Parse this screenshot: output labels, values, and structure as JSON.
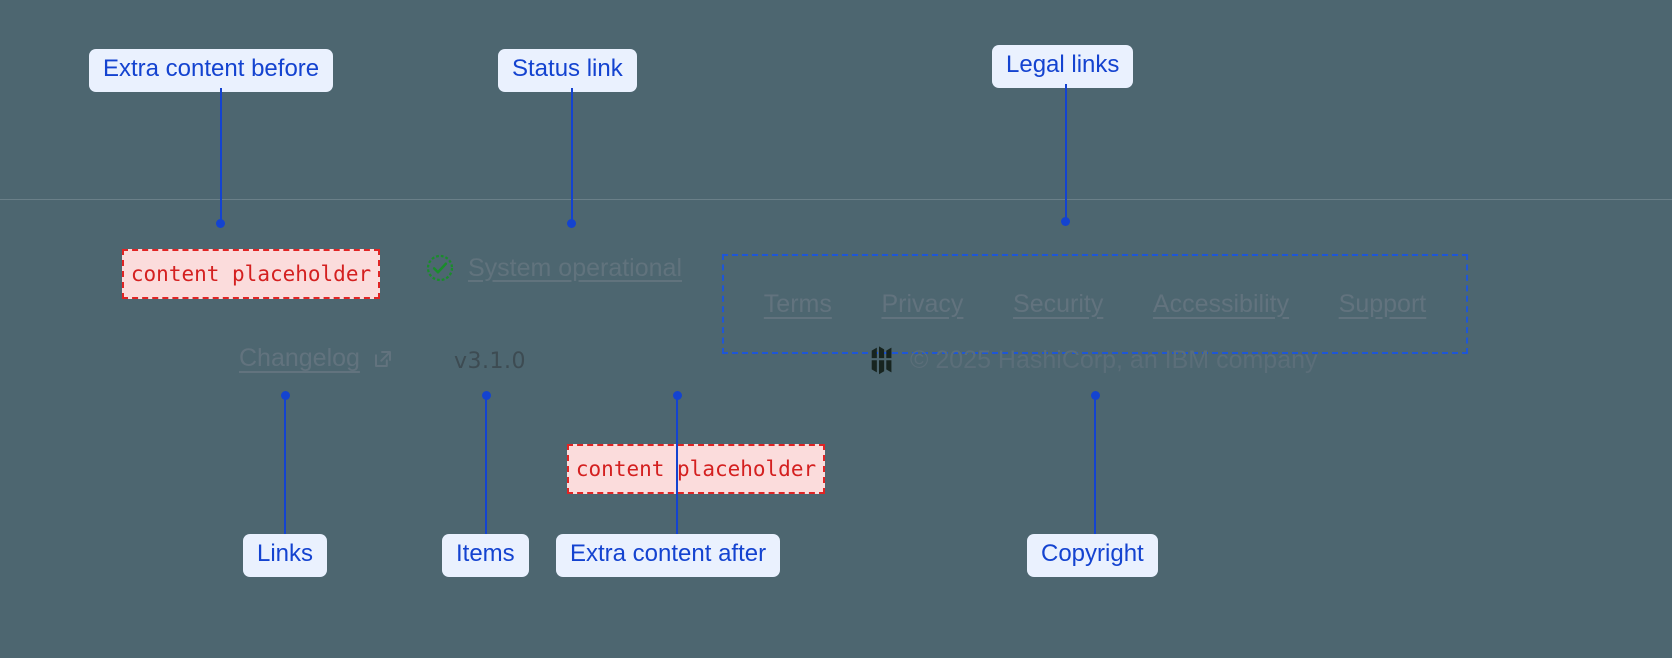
{
  "theme": {
    "background": "#4d6670",
    "annotation_accent": "#1443d0",
    "annotation_chip_bg": "#eaf1fe",
    "placeholder_text": "#d42020",
    "placeholder_bg": "#fbdcdc",
    "placeholder_border": "#e02424",
    "link_color": "#62737e",
    "status_ok_color": "#1a8c2c"
  },
  "footer": {
    "row_one": {
      "extra_content_before": {
        "text": "content placeholder"
      },
      "status": {
        "icon": "check-circle-icon",
        "label": "System operational"
      },
      "legal_links": [
        {
          "label": "Terms"
        },
        {
          "label": "Privacy"
        },
        {
          "label": "Security"
        },
        {
          "label": "Accessibility"
        },
        {
          "label": "Support"
        }
      ]
    },
    "row_two": {
      "changelog": {
        "label": "Changelog",
        "icon": "external-link-icon"
      },
      "version": "v3.1.0",
      "extra_content_after": {
        "text": "content placeholder"
      },
      "copyright": {
        "logo": "hashicorp-logo",
        "text": "© 2025 HashiCorp, an IBM company"
      }
    }
  },
  "annotations": [
    {
      "id": "extra-content-before",
      "label": "Extra content before"
    },
    {
      "id": "status-link",
      "label": "Status link"
    },
    {
      "id": "legal-links",
      "label": "Legal links"
    },
    {
      "id": "links",
      "label": "Links"
    },
    {
      "id": "items",
      "label": "Items"
    },
    {
      "id": "extra-content-after",
      "label": "Extra content after"
    },
    {
      "id": "copyright",
      "label": "Copyright"
    }
  ]
}
